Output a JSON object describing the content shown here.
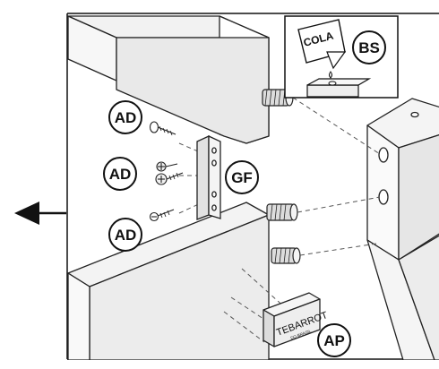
{
  "instruction_diagram": {
    "callouts": {
      "bs": "BS",
      "gf": "GF",
      "ad_top": "AD",
      "ad_mid": "AD",
      "ad_bottom": "AD",
      "ap": "AP"
    },
    "glue_bottle_label": "COLA",
    "plate_brand": "TEBARROT",
    "plate_subtitle": "DO BRASIL",
    "direction_arrow": "arrow-left-icon"
  }
}
